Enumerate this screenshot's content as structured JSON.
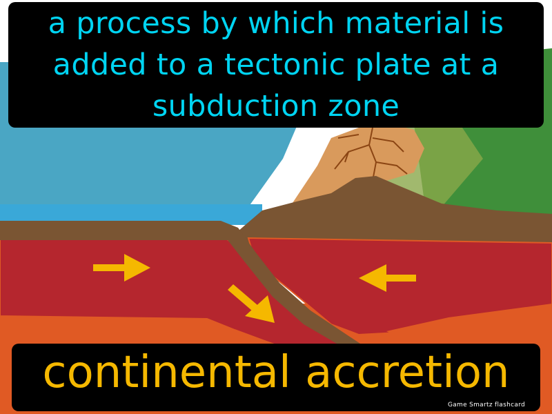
{
  "definition": {
    "text": "a process by which material is added to a tectonic plate at a subduction zone"
  },
  "term": {
    "text": "continental accretion"
  },
  "brand": {
    "text": "Game Smartz flashcard"
  },
  "colors": {
    "definition_text": "#00d4f2",
    "term_text": "#f5b800",
    "banner_bg": "#000000",
    "brand_text": "#ffffff",
    "sky": "#ffffff",
    "ocean": "#4aa6c4",
    "ocean_surface": "#3aa8d8",
    "lithosphere": "#8b5a2b",
    "oceanic_plate": "#b5262e",
    "mantle": "#e05a24",
    "volcano": "#d99a5c",
    "magma_vein": "#8b4513",
    "hillside": "#3f8f3a",
    "arrow": "#f5b800"
  },
  "scene": {
    "arrows": [
      {
        "name": "push-right-arrow-icon",
        "direction": "right"
      },
      {
        "name": "subduct-down-arrow-icon",
        "direction": "down-right"
      },
      {
        "name": "push-left-arrow-icon",
        "direction": "left"
      }
    ]
  }
}
